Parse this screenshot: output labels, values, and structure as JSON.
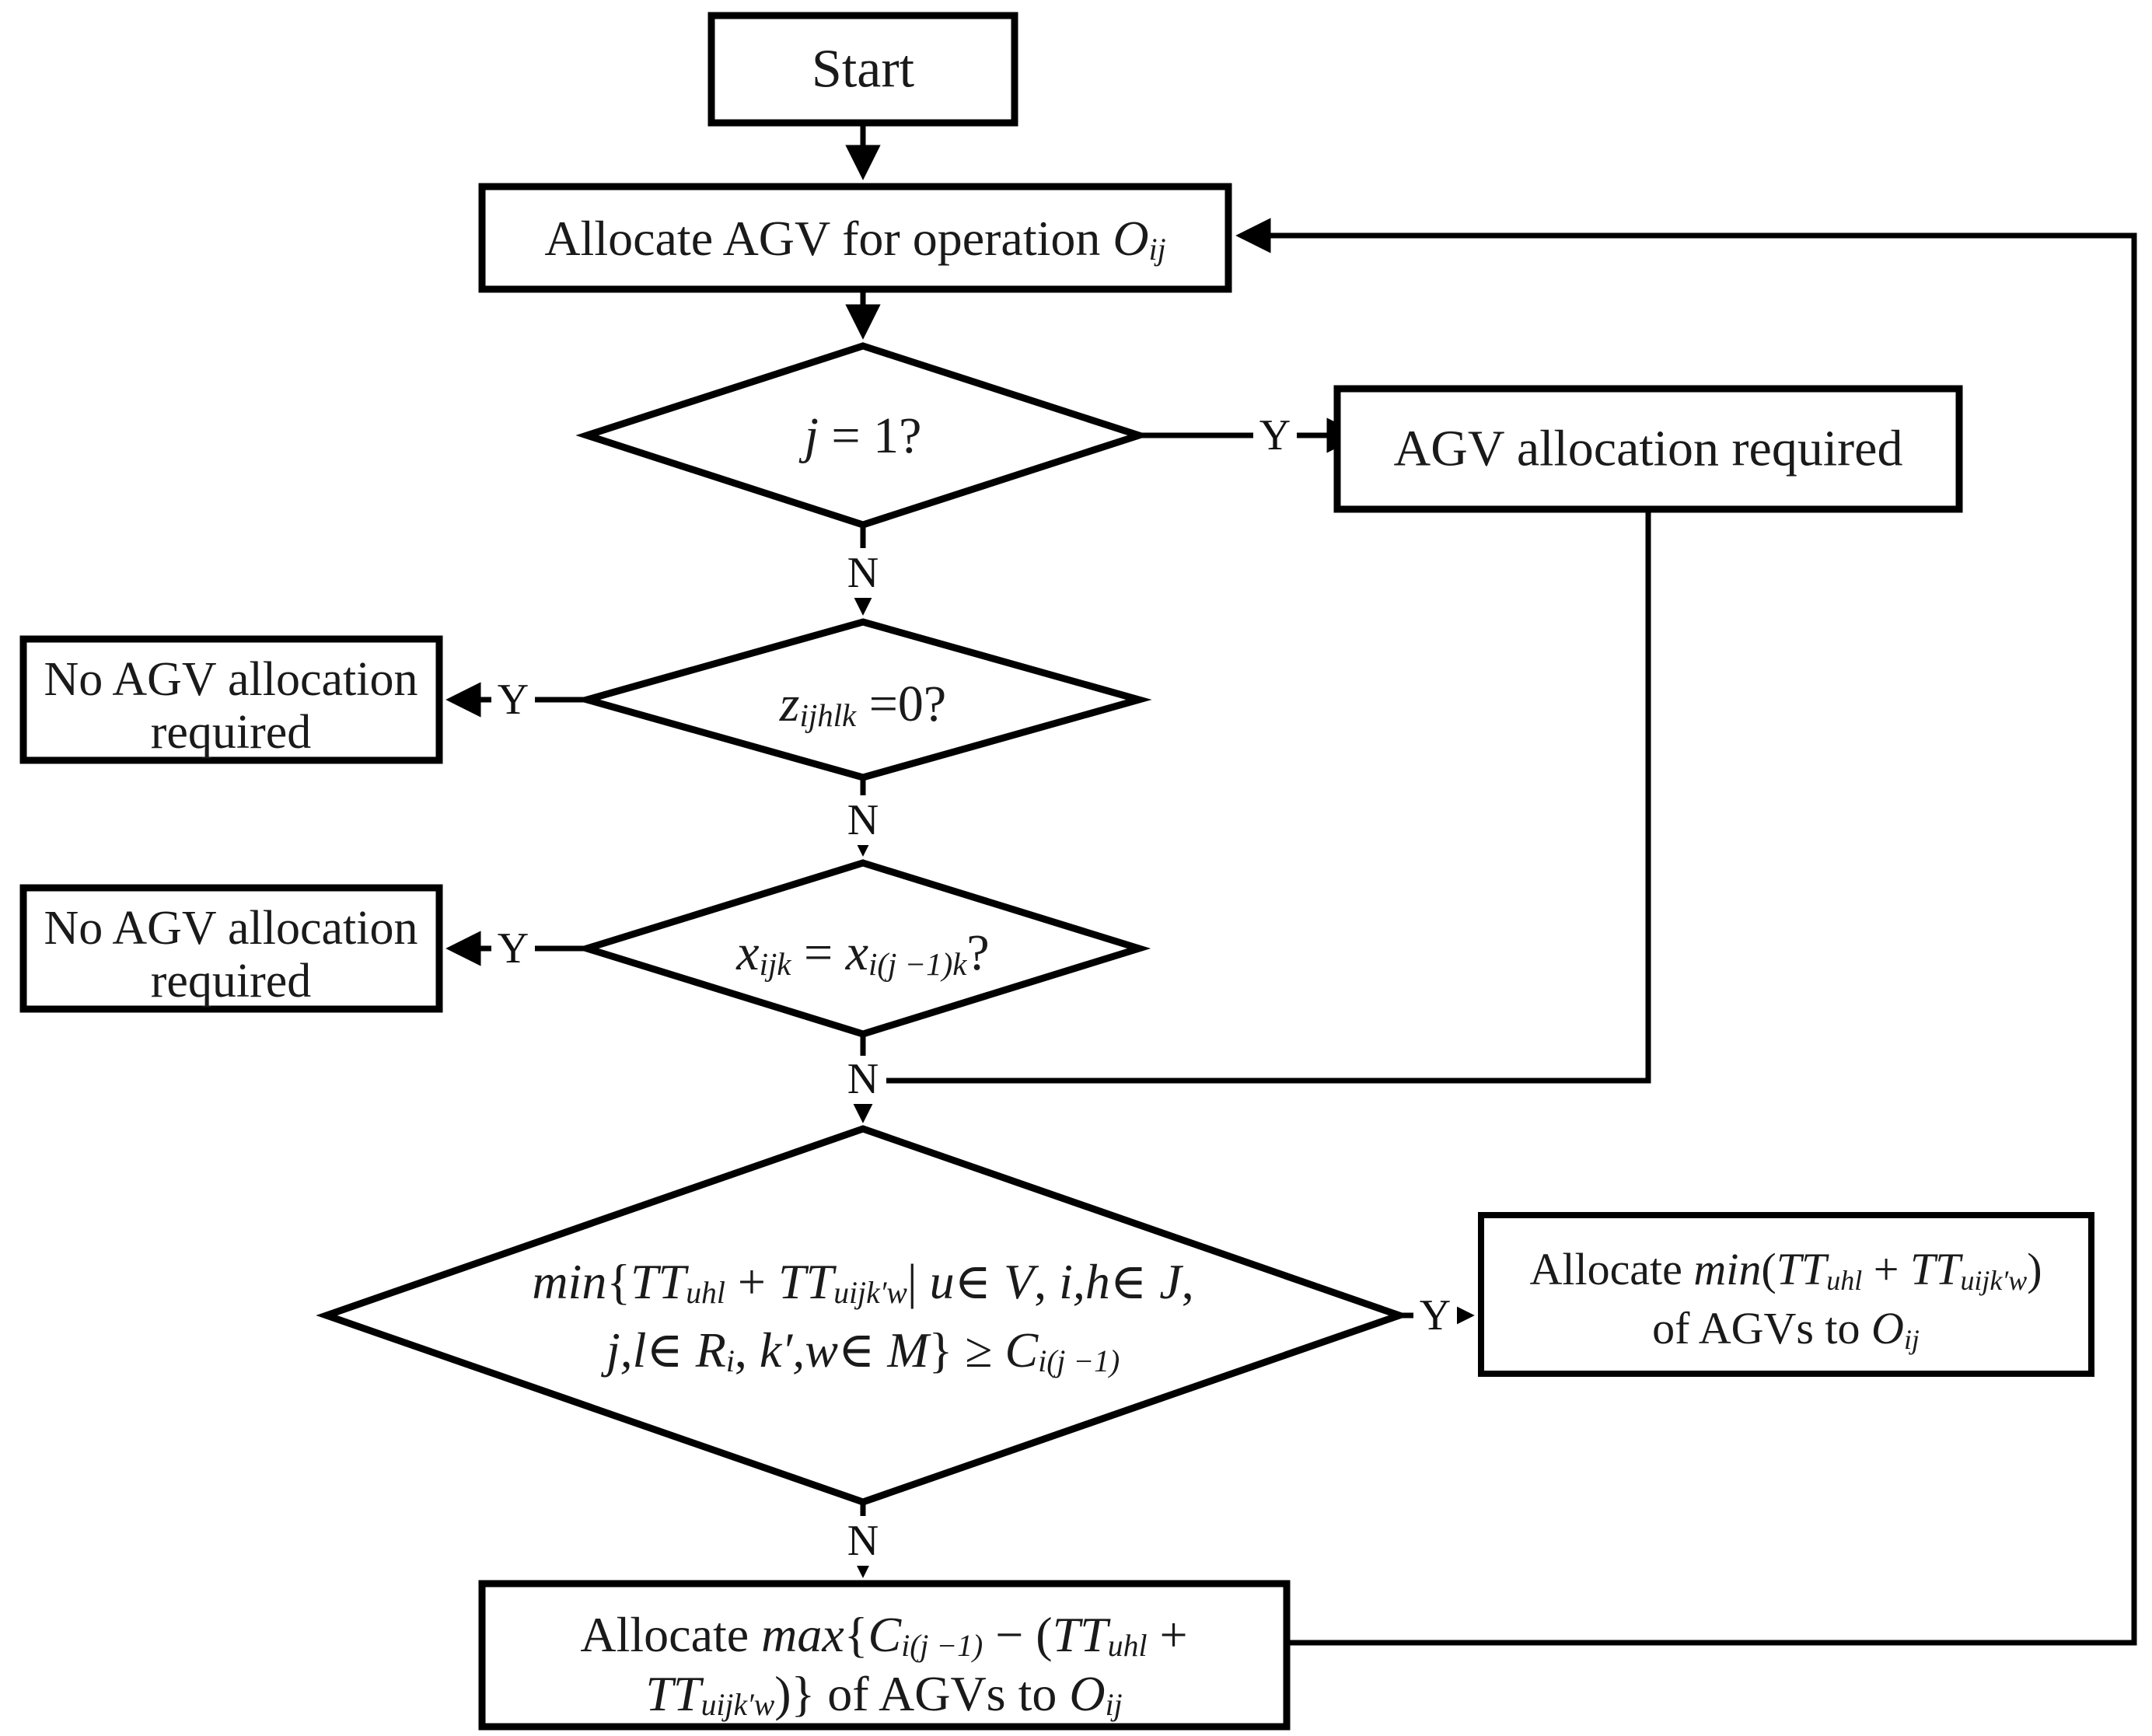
{
  "colors": {
    "line": "#000000",
    "background": "#ffffff",
    "text": "#1a1a1a"
  },
  "branch_labels": {
    "yes": "Y",
    "no": "N"
  },
  "nodes": {
    "start": {
      "text": "Start"
    },
    "allocate": {
      "rich": [
        {
          "t": "Allocate AGV for operation "
        },
        {
          "t": "O",
          "i": true
        },
        {
          "t": "ij",
          "i": true,
          "sub": true
        }
      ]
    },
    "d1": {
      "rich": [
        {
          "t": "j",
          "i": true
        },
        {
          "t": " = 1?"
        }
      ]
    },
    "agv_required": {
      "text": "AGV allocation required"
    },
    "d2": {
      "rich": [
        {
          "t": "z",
          "i": true
        },
        {
          "t": "ijhlk",
          "i": true,
          "sub": true
        },
        {
          "t": " =0?"
        }
      ]
    },
    "no_agv_1": {
      "line1": "No AGV allocation",
      "line2": "required"
    },
    "no_agv_2": {
      "line1": "No AGV allocation",
      "line2": "required"
    },
    "d3": {
      "rich": [
        {
          "t": "x",
          "i": true
        },
        {
          "t": "ijk",
          "i": true,
          "sub": true
        },
        {
          "t": " = "
        },
        {
          "t": "x",
          "i": true
        },
        {
          "t": "i(j −1)k",
          "i": true,
          "sub": true
        },
        {
          "t": "?"
        }
      ]
    },
    "d4": {
      "line1": [
        {
          "t": "min",
          "i": true
        },
        {
          "t": "{"
        },
        {
          "t": "TT",
          "i": true
        },
        {
          "t": "uhl",
          "i": true,
          "sub": true
        },
        {
          "t": " + "
        },
        {
          "t": "TT",
          "i": true
        },
        {
          "t": "uijk′w",
          "i": true,
          "sub": true
        },
        {
          "t": "| "
        },
        {
          "t": "u",
          "i": true
        },
        {
          "t": "∈ "
        },
        {
          "t": "V",
          "i": true
        },
        {
          "t": ", "
        },
        {
          "t": "i,h",
          "i": true
        },
        {
          "t": "∈ "
        },
        {
          "t": "J",
          "i": true
        },
        {
          "t": ","
        }
      ],
      "line2": [
        {
          "t": "j,l",
          "i": true
        },
        {
          "t": "∈ "
        },
        {
          "t": "R",
          "i": true
        },
        {
          "t": "i",
          "i": true,
          "sub": true
        },
        {
          "t": ", "
        },
        {
          "t": "k′,w",
          "i": true
        },
        {
          "t": "∈ "
        },
        {
          "t": "M",
          "i": true
        },
        {
          "t": "} ≥ "
        },
        {
          "t": "C",
          "i": true
        },
        {
          "t": "i(j −1)",
          "i": true,
          "sub": true
        }
      ]
    },
    "min_box": {
      "line1": [
        {
          "t": "Allocate "
        },
        {
          "t": "min",
          "i": true
        },
        {
          "t": "("
        },
        {
          "t": "TT",
          "i": true
        },
        {
          "t": "uhl",
          "i": true,
          "sub": true
        },
        {
          "t": " + "
        },
        {
          "t": "TT",
          "i": true
        },
        {
          "t": "uijk′w",
          "i": true,
          "sub": true
        },
        {
          "t": ")"
        }
      ],
      "line2": [
        {
          "t": "of AGVs to "
        },
        {
          "t": "O",
          "i": true
        },
        {
          "t": "ij",
          "i": true,
          "sub": true
        }
      ]
    },
    "max_box": {
      "line1": [
        {
          "t": "Allocate "
        },
        {
          "t": "max",
          "i": true
        },
        {
          "t": "{"
        },
        {
          "t": "C",
          "i": true
        },
        {
          "t": "i(j −1)",
          "i": true,
          "sub": true
        },
        {
          "t": " − ("
        },
        {
          "t": "TT",
          "i": true
        },
        {
          "t": "uhl",
          "i": true,
          "sub": true
        },
        {
          "t": " +"
        }
      ],
      "line2": [
        {
          "t": "TT",
          "i": true
        },
        {
          "t": "uijk′w",
          "i": true,
          "sub": true
        },
        {
          "t": ")} of AGVs to "
        },
        {
          "t": "O",
          "i": true
        },
        {
          "t": "ij",
          "i": true,
          "sub": true
        }
      ]
    }
  }
}
